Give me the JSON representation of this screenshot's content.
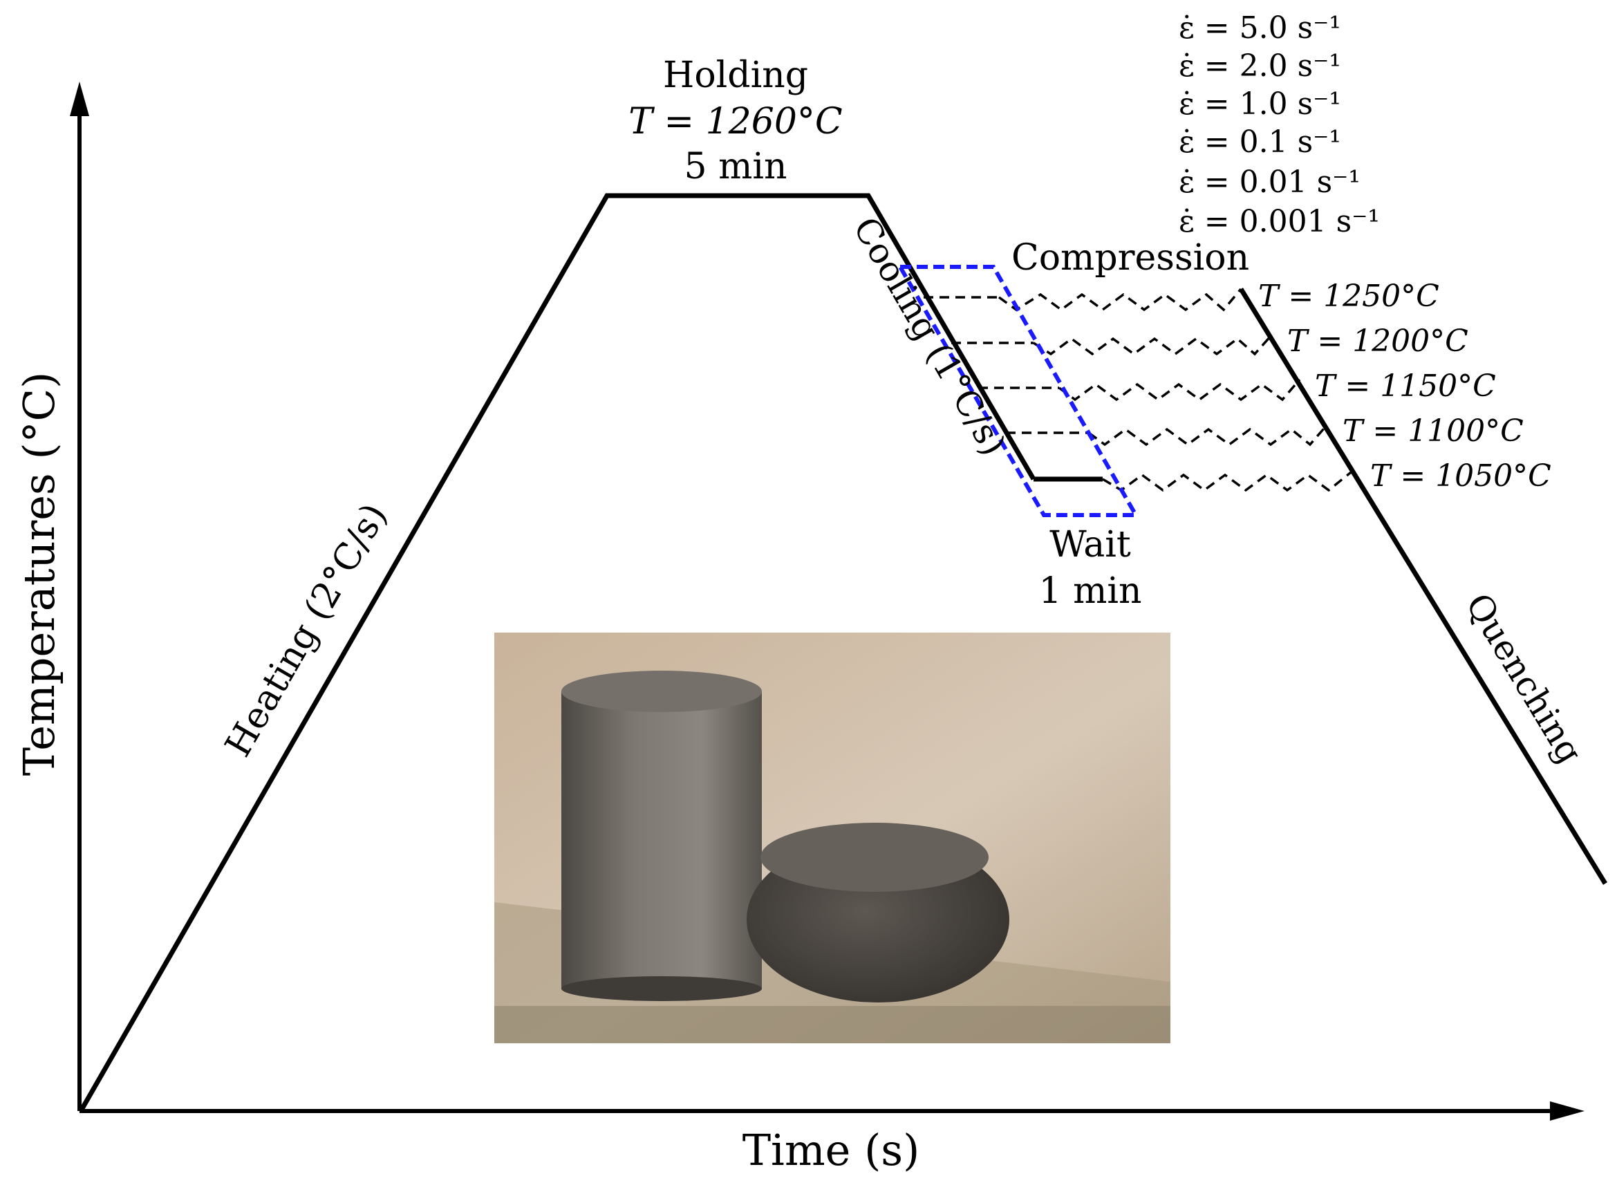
{
  "axes": {
    "y_label": "Temperatures (°C)",
    "x_label": "Time (s)"
  },
  "stages": {
    "heating": "Heating (2°C/s)",
    "holding": {
      "title": "Holding",
      "temperature": "T = 1260°C",
      "duration": "5 min"
    },
    "cooling": "Cooling (1°C/s)",
    "compression": "Compression",
    "wait": {
      "title": "Wait",
      "duration": "1 min"
    },
    "quenching": "Quenching"
  },
  "strain_rates": [
    "ε̇ = 5.0 s⁻¹",
    "ε̇ = 2.0 s⁻¹",
    "ε̇ = 1.0 s⁻¹",
    "ε̇ = 0.1 s⁻¹",
    "ε̇ = 0.01 s⁻¹",
    "ε̇ = 0.001 s⁻¹"
  ],
  "deformation_temperatures": [
    "T = 1250°C",
    "T = 1200°C",
    "T = 1150°C",
    "T = 1100°C",
    "T = 1050°C"
  ],
  "colors": {
    "line": "#000000",
    "wait_box": "#1a1aff",
    "photo_background": "#c8b49a",
    "photo_floor": "#a69880",
    "cylinder": "#6f6a64",
    "compressed_sample": "#4f4a45"
  },
  "icons": {
    "photo": "specimen-photo-icon"
  }
}
